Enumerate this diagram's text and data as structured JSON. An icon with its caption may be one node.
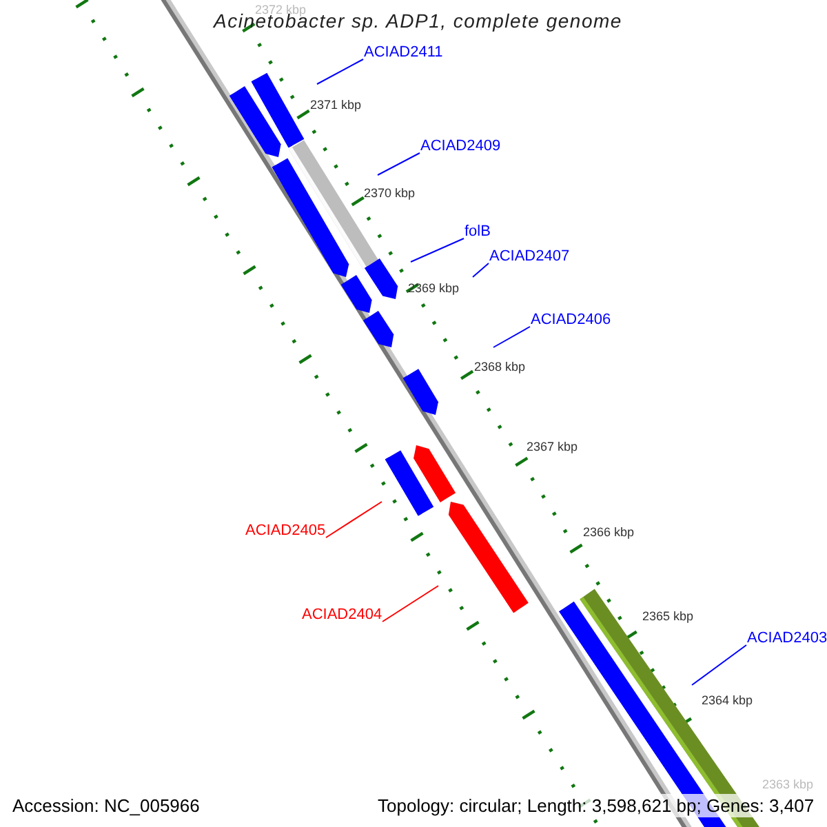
{
  "diagram": {
    "title": "Acinetobacter sp. ADP1, complete genome",
    "nodes": [
      {
        "text": [
          "ACIAD2411"
        ]
      },
      {
        "text": [
          "ACIAD2409"
        ]
      },
      {
        "text": [
          "folB"
        ]
      },
      {
        "text": [
          "ACIAD2407"
        ]
      },
      {
        "text": [
          "ACIAD2406"
        ]
      },
      {
        "text": [
          "ACIAD2405"
        ]
      },
      {
        "text": [
          "ACIAD2404"
        ]
      },
      {
        "text": [
          "ACIAD2403"
        ]
      }
    ],
    "edges": [
      {
        "from": 0,
        "to": null,
        "arrow": "none"
      },
      {
        "from": 1,
        "to": null,
        "arrow": "none"
      },
      {
        "from": 2,
        "to": null,
        "arrow": "none"
      },
      {
        "from": 3,
        "to": null,
        "arrow": "none"
      },
      {
        "from": 4,
        "to": null,
        "arrow": "none"
      },
      {
        "from": 5,
        "to": null,
        "arrow": "none",
        "color": "#ff0000"
      },
      {
        "from": 6,
        "to": null,
        "arrow": "none",
        "color": "#ff0000"
      },
      {
        "from": 7,
        "to": null,
        "arrow": "none"
      }
    ],
    "labels": [
      "2372 kbp",
      "2371 kbp",
      "2370 kbp",
      "2369 kbp",
      "2368 kbp",
      "2367 kbp",
      "2366 kbp",
      "2365 kbp",
      "2364 kbp",
      "2363 kbp",
      "Accession: NC_005966",
      "Topology: circular; Length: 3,598,621 bp; Genes: 3,407"
    ]
  }
}
